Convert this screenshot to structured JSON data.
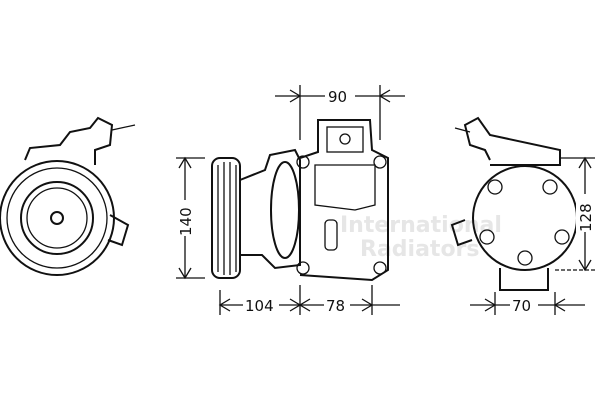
{
  "dimensions": {
    "top_width": "90",
    "height_side": "140",
    "pulley_length": "104",
    "body_length": "78",
    "rear_width": "70",
    "rear_height": "128"
  },
  "watermark": [
    "International",
    "Radiators"
  ]
}
